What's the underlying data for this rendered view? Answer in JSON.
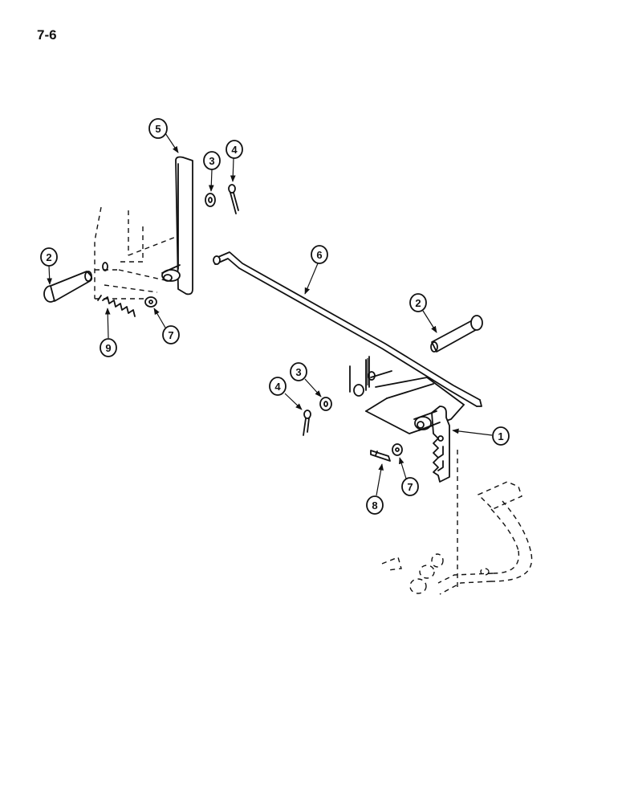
{
  "page_number": "7-6",
  "callouts": [
    {
      "id": "callout-5-lever",
      "label": "5"
    },
    {
      "id": "callout-3-washer-top",
      "label": "3"
    },
    {
      "id": "callout-4-cotter-pin-top",
      "label": "4"
    },
    {
      "id": "callout-2-pin-left",
      "label": "2"
    },
    {
      "id": "callout-6-rod",
      "label": "6"
    },
    {
      "id": "callout-7-washer-left",
      "label": "7"
    },
    {
      "id": "callout-9-spring",
      "label": "9"
    },
    {
      "id": "callout-2-pin-right",
      "label": "2"
    },
    {
      "id": "callout-3-washer-right",
      "label": "3"
    },
    {
      "id": "callout-4-cotter-pin-right",
      "label": "4"
    },
    {
      "id": "callout-1-ratchet-lever",
      "label": "1"
    },
    {
      "id": "callout-7-washer-right",
      "label": "7"
    },
    {
      "id": "callout-8-pin",
      "label": "8"
    }
  ]
}
